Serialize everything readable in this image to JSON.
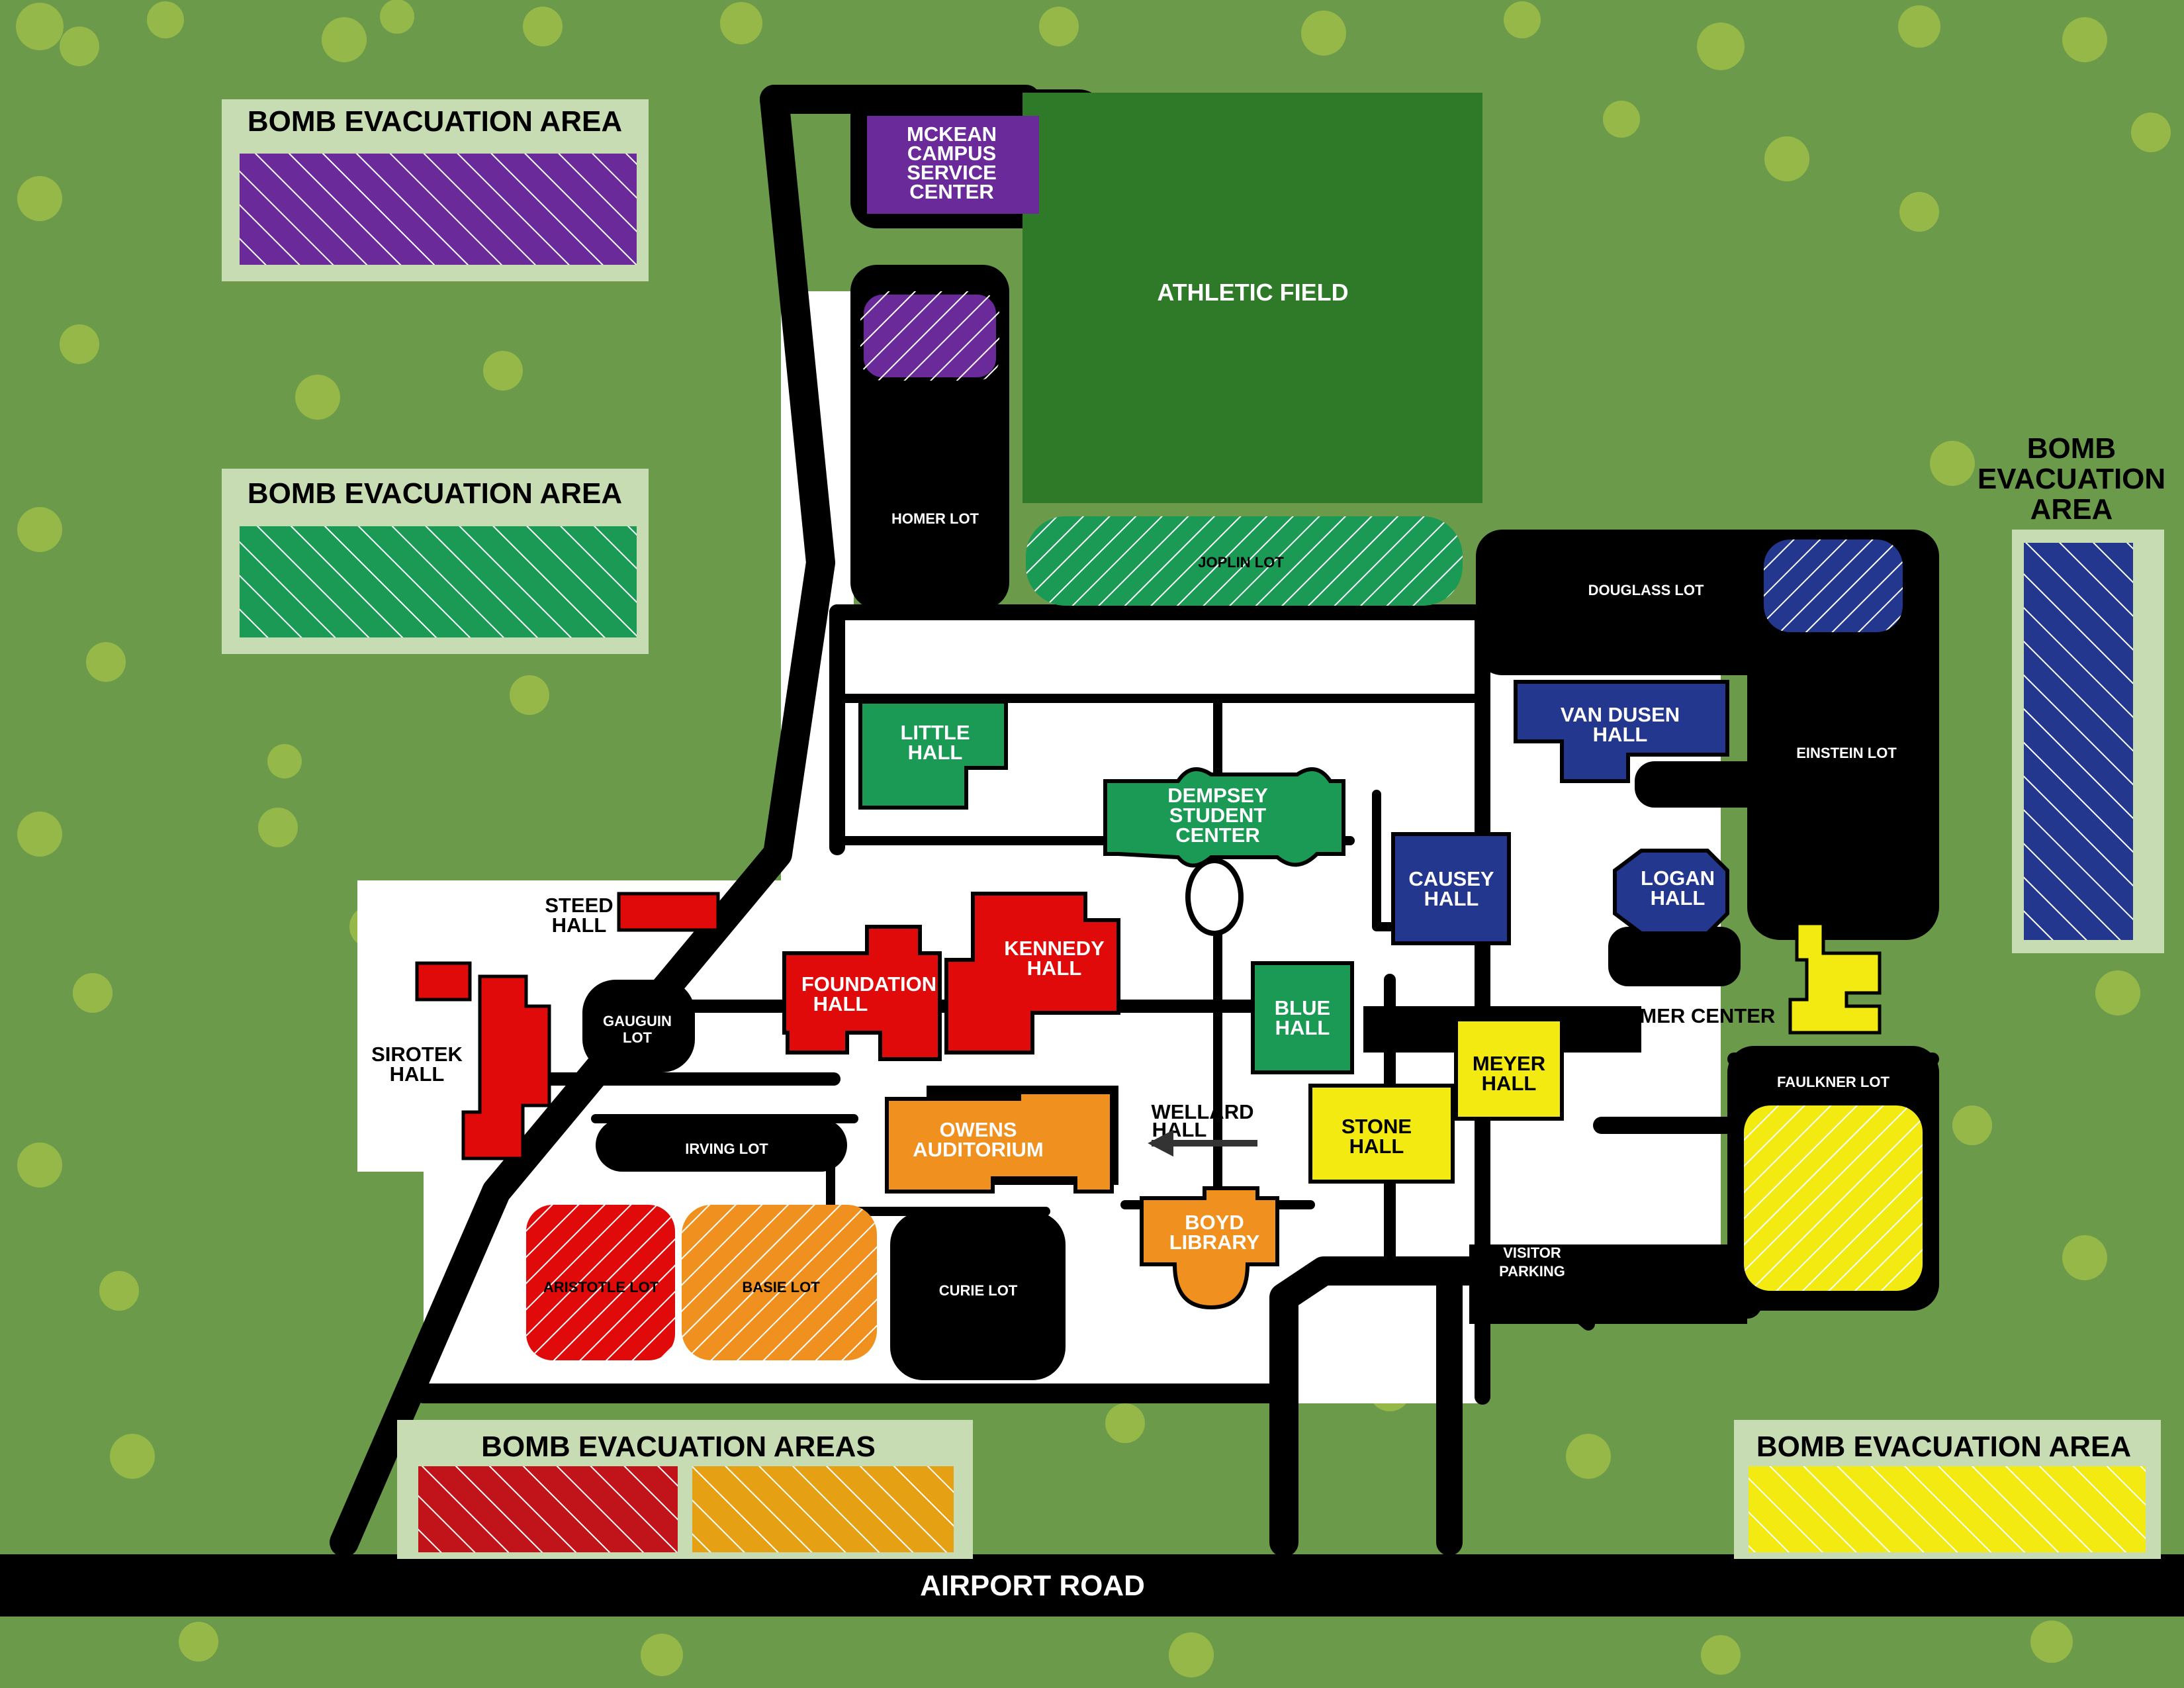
{
  "road": {
    "name": "AIRPORT ROAD"
  },
  "field": {
    "name": "ATHLETIC FIELD"
  },
  "evacuation": {
    "purple": "BOMB EVACUATION AREA",
    "green": "BOMB EVACUATION AREA",
    "blue": [
      "BOMB",
      "EVACUATION",
      "AREA"
    ],
    "red_orange": "BOMB EVACUATION AREAS",
    "yellow": "BOMB EVACUATION AREA"
  },
  "buildings": {
    "mckean": [
      "MCKEAN",
      "CAMPUS",
      "SERVICE",
      "CENTER"
    ],
    "little": [
      "LITTLE",
      "HALL"
    ],
    "dempsey": [
      "DEMPSEY",
      "STUDENT",
      "CENTER"
    ],
    "van_dusen": [
      "VAN DUSEN",
      "HALL"
    ],
    "causey": [
      "CAUSEY",
      "HALL"
    ],
    "logan": [
      "LOGAN",
      "HALL"
    ],
    "steed": [
      "STEED",
      "HALL"
    ],
    "sirotek": [
      "SIROTEK",
      "HALL"
    ],
    "foundation": [
      "FOUNDATION",
      "HALL"
    ],
    "kennedy": [
      "KENNEDY",
      "HALL"
    ],
    "blue": [
      "BLUE",
      "HALL"
    ],
    "palmer": "PALMER CENTER",
    "meyer": [
      "MEYER",
      "HALL"
    ],
    "stone": [
      "STONE",
      "HALL"
    ],
    "owens": [
      "OWENS",
      "AUDITORIUM"
    ],
    "wellard": [
      "WELLARD",
      "HALL"
    ],
    "boyd": [
      "BOYD",
      "LIBRARY"
    ]
  },
  "lots": {
    "homer": "HOMER LOT",
    "joplin": "JOPLIN LOT",
    "douglass": "DOUGLASS LOT",
    "einstein": "EINSTEIN LOT",
    "gauguin": [
      "GAUGUIN",
      "LOT"
    ],
    "irving": "IRVING LOT",
    "faulkner": "FAULKNER LOT",
    "visitor": [
      "VISITOR",
      "PARKING"
    ],
    "aristotle": "ARISTOTLE LOT",
    "basie": "BASIE LOT",
    "curie": "CURIE LOT"
  },
  "colors": {
    "grass": "#6a9a4a",
    "field": "#2e7a28",
    "purple": "#6a2a9a",
    "green": "#1a9a55",
    "blue": "#23378f",
    "red": "#e00a0a",
    "orange": "#f0901e",
    "yellow": "#f2ea10"
  }
}
